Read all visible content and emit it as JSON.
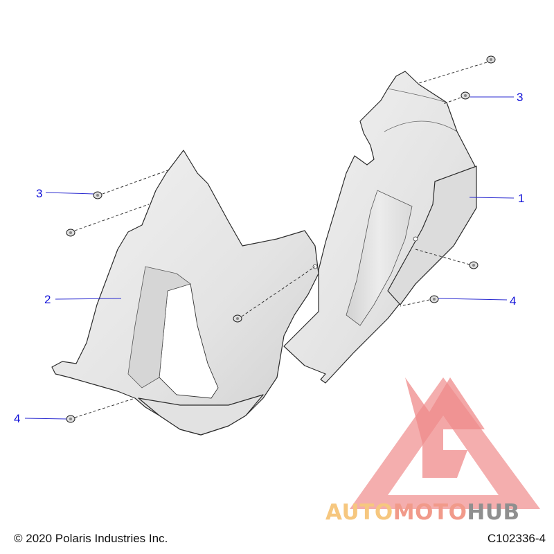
{
  "callouts": {
    "c1": "1",
    "c2": "2",
    "c3_left": "3",
    "c3_right": "3",
    "c4_left": "4",
    "c4_right": "4"
  },
  "footer": {
    "copyright": "© 2020 Polaris Industries Inc.",
    "figure_code": "C102336-4"
  },
  "watermark": {
    "part1": "AUTO",
    "part2": "MOTO",
    "part3": "HUB",
    "colors": {
      "logo": "#ee7878",
      "auto": "#f6c77f",
      "moto": "#f19a8a",
      "hub": "#8f8f8f"
    }
  },
  "colors": {
    "callout_text": "#1010d8",
    "part_fill": "#e9e9e9",
    "part_shade": "#c9c9c9"
  }
}
